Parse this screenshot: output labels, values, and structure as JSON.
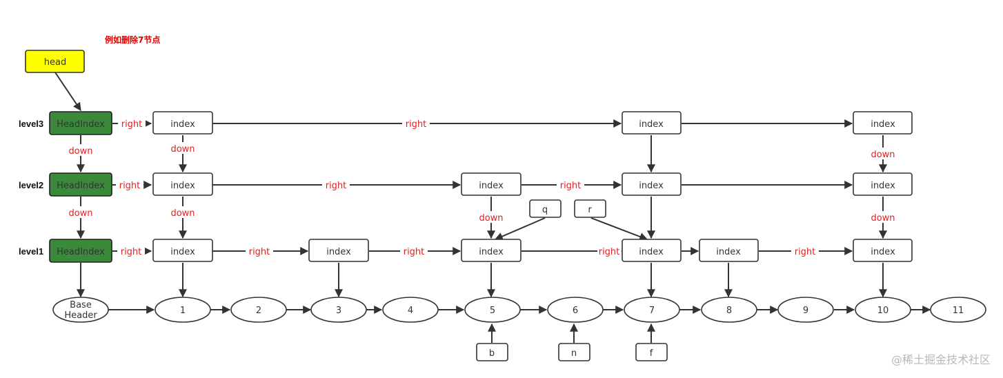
{
  "title": "例如删除7节点",
  "watermark": "@稀土掘金技术社区",
  "colors": {
    "head_fill": "#ffff00",
    "headindex_fill": "#3a8a3a",
    "label_red": "#e02020",
    "title_red": "#e00000"
  },
  "levels": [
    "level3",
    "level2",
    "level1"
  ],
  "head_label": "head",
  "headindex_label": "HeadIndex",
  "index_label": "index",
  "label_right": "right",
  "label_down": "down",
  "base_header": [
    "Base",
    "Header"
  ],
  "nodes": [
    "1",
    "2",
    "3",
    "4",
    "5",
    "6",
    "7",
    "8",
    "9",
    "10",
    "11"
  ],
  "side_boxes": {
    "q": "q",
    "r": "r",
    "b": "b",
    "n": "n",
    "f": "f"
  }
}
